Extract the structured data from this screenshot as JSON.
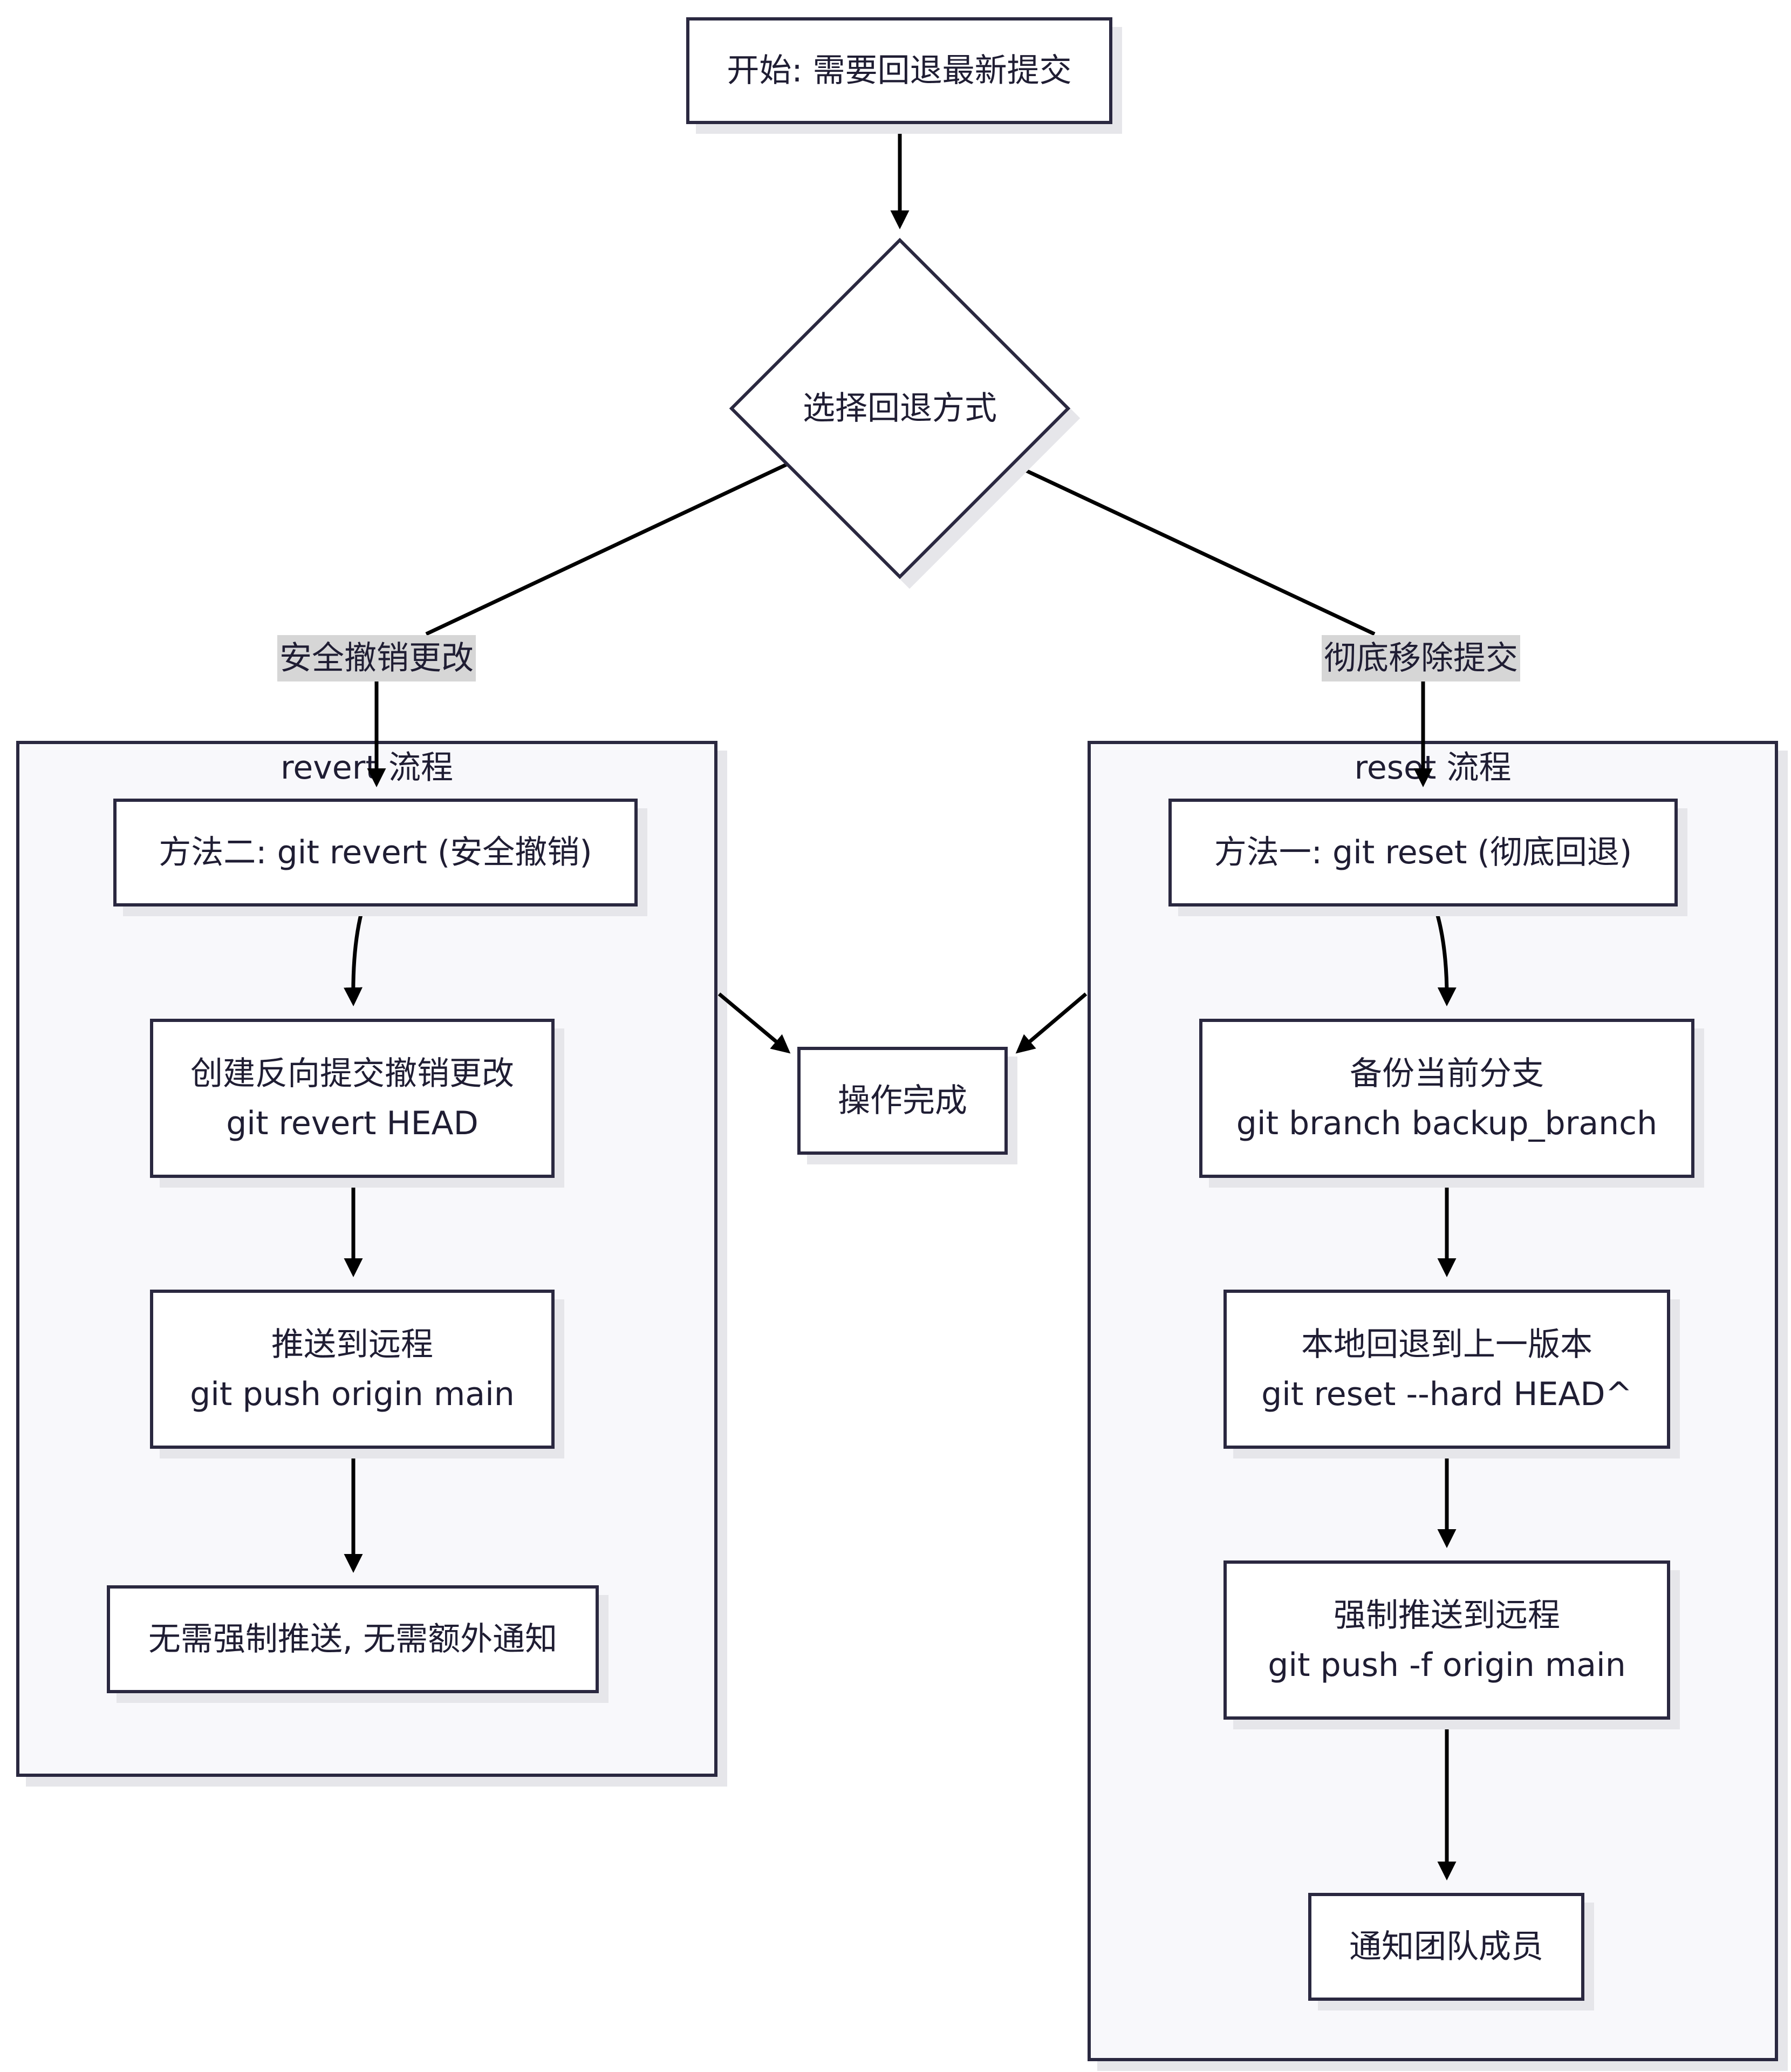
{
  "diagram": {
    "start": "开始: 需要回退最新提交",
    "decision": "选择回退方式",
    "edge_left": "安全撤销更改",
    "edge_right": "彻底移除提交",
    "done": "操作完成",
    "revert_cluster": {
      "title": "revert 流程",
      "step1": "方法二: git revert (安全撤销)",
      "step2_l1": "创建反向提交撤销更改",
      "step2_l2": "git revert HEAD",
      "step3_l1": "推送到远程",
      "step3_l2": "git push origin main",
      "step4": "无需强制推送, 无需额外通知"
    },
    "reset_cluster": {
      "title": "reset 流程",
      "step1": "方法一: git reset (彻底回退)",
      "step2_l1": "备份当前分支",
      "step2_l2": "git branch backup_branch",
      "step3_l1": "本地回退到上一版本",
      "step3_l2": "git reset --hard HEAD^",
      "step4_l1": "强制推送到远程",
      "step4_l2": "git push -f origin main",
      "step5": "通知团队成员"
    }
  },
  "colors": {
    "stroke": "#2a2840",
    "cluster_fill": "#f8f8fb",
    "shadow": "#e6e6ea",
    "edge_label_bg": "#d6d6d6",
    "edge": "#000000"
  }
}
